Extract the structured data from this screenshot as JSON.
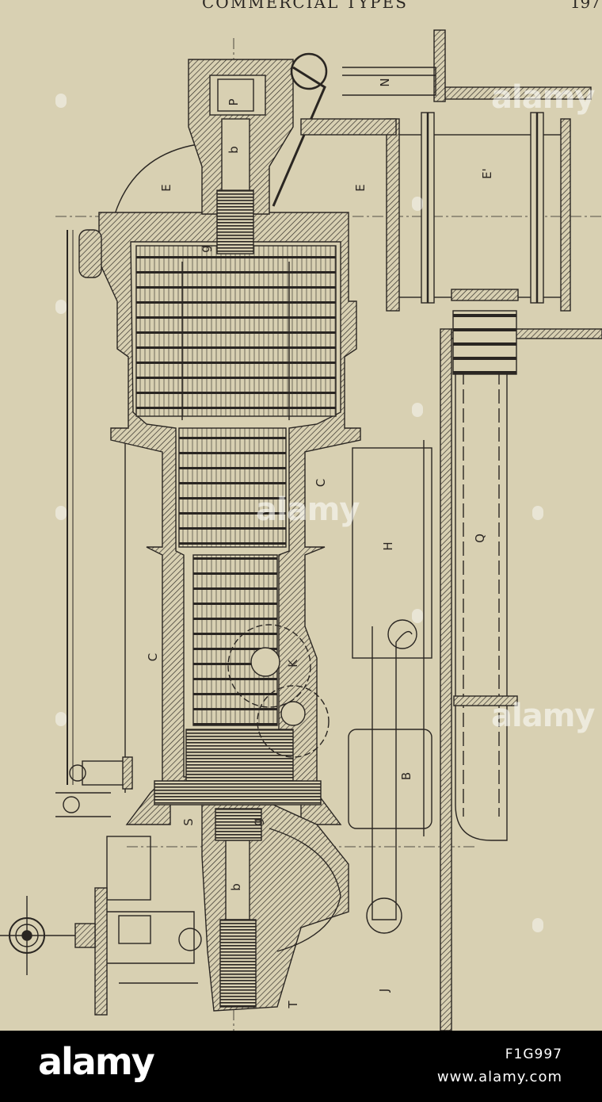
{
  "page": {
    "header_title": "COMMERCIAL TYPES",
    "page_number": "197"
  },
  "labels": {
    "N": "N",
    "P": "P",
    "b_top": "b",
    "g_top": "g",
    "E_left": "E",
    "E_center": "E",
    "E_prime": "E'",
    "C_upper": "C",
    "H": "H",
    "Q": "Q",
    "C_lower": "C",
    "K": "K",
    "B": "B",
    "S": "S",
    "g_bottom": "g",
    "b_bottom": "b",
    "J": "J",
    "T": "T"
  },
  "watermark": {
    "text": "alamy"
  },
  "footer": {
    "logo": "alamy",
    "image_id": "F1G997",
    "url": "www.alamy.com"
  },
  "colors": {
    "paper": "#d8d0b2",
    "ink": "#2a2622",
    "footer_bg": "#000000"
  }
}
